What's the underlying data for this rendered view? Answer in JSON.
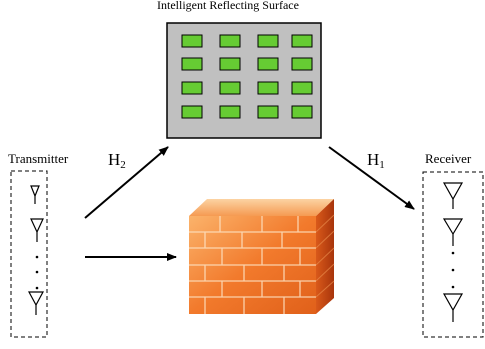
{
  "labels": {
    "irs_title": "Intelligent Reflecting Surface",
    "transmitter": "Transmitter",
    "receiver": "Receiver",
    "h2_main": "H",
    "h2_sub": "2",
    "h1_main": "H",
    "h1_sub": "1"
  },
  "colors": {
    "irs_panel": "#c0c0c0",
    "irs_element": "#66cc33",
    "wall_front": "#f27a2c",
    "wall_dark": "#c2410c",
    "wall_light": "#fbb36b"
  },
  "icons": {
    "transmitter_antennas": "antenna-icon",
    "receiver_antennas": "antenna-icon",
    "obstacle": "brick-wall-icon",
    "surface": "irs-panel-icon"
  },
  "irs_grid": {
    "rows": 4,
    "cols": 4
  }
}
